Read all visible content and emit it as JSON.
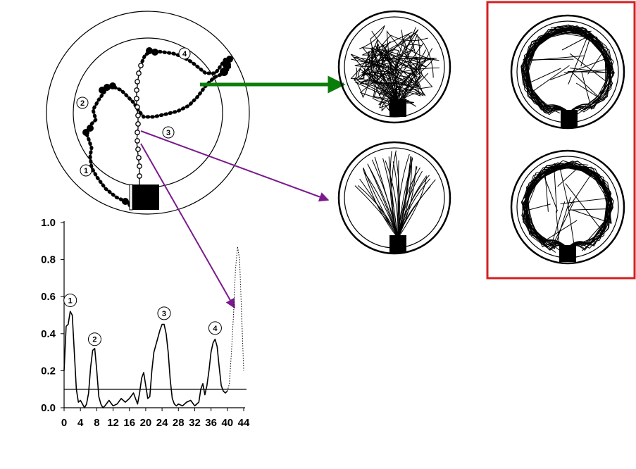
{
  "colors": {
    "green_arrow": "#0a7d0a",
    "purple_arrow": "#7a1a8c",
    "highlight_box": "#d42020",
    "ink": "#000000"
  },
  "trajectory": {
    "segment_markers": [
      "1",
      "2",
      "3",
      "4"
    ]
  },
  "chart_data": {
    "type": "line",
    "x_ticks": [
      "0",
      "4",
      "8",
      "12",
      "16",
      "20",
      "24",
      "28",
      "32",
      "36",
      "40",
      "44"
    ],
    "y_ticks": [
      "0.0",
      "0.2",
      "0.4",
      "0.6",
      "0.8",
      "1.0"
    ],
    "xlim": [
      0,
      44
    ],
    "ylim": [
      0,
      1.0
    ],
    "threshold": 0.1,
    "peak_labels": [
      {
        "label": "1",
        "x": 1.5,
        "y": 0.58
      },
      {
        "label": "2",
        "x": 7.5,
        "y": 0.37
      },
      {
        "label": "3",
        "x": 24.5,
        "y": 0.51
      },
      {
        "label": "4",
        "x": 37.0,
        "y": 0.43
      }
    ],
    "series": [
      {
        "style": "solid",
        "x": [
          0,
          0.5,
          1.0,
          1.5,
          2.0,
          2.5,
          3.0,
          3.5,
          4.0,
          4.5,
          5.0,
          5.5,
          6.0,
          6.5,
          7.0,
          7.5,
          8.0,
          8.5,
          9.0,
          9.5,
          10.0,
          11.0,
          12.0,
          13.0,
          14.0,
          15.0,
          16.0,
          17.0,
          17.5,
          18.0,
          18.5,
          19.0,
          19.5,
          20.0,
          20.5,
          21.0,
          21.5,
          22.0,
          22.5,
          23.0,
          23.5,
          24.0,
          24.5,
          25.0,
          25.5,
          26.0,
          26.5,
          27.0,
          27.5,
          28.0,
          29.0,
          30.0,
          31.0,
          32.0,
          33.0,
          33.5,
          34.0,
          34.5,
          35.0,
          35.5,
          36.0,
          36.5,
          37.0,
          37.5,
          38.0,
          38.5,
          39.0,
          39.5,
          40.0
        ],
        "y": [
          0.2,
          0.44,
          0.45,
          0.52,
          0.5,
          0.3,
          0.1,
          0.03,
          0.04,
          0.02,
          0.0,
          0.02,
          0.08,
          0.22,
          0.31,
          0.32,
          0.2,
          0.06,
          0.02,
          0.0,
          0.01,
          0.04,
          0.01,
          0.02,
          0.05,
          0.03,
          0.05,
          0.08,
          0.05,
          0.02,
          0.08,
          0.16,
          0.19,
          0.12,
          0.05,
          0.06,
          0.2,
          0.3,
          0.34,
          0.38,
          0.42,
          0.45,
          0.45,
          0.4,
          0.3,
          0.15,
          0.05,
          0.02,
          0.01,
          0.02,
          0.01,
          0.03,
          0.04,
          0.01,
          0.03,
          0.1,
          0.13,
          0.07,
          0.12,
          0.2,
          0.3,
          0.35,
          0.37,
          0.33,
          0.22,
          0.12,
          0.09,
          0.08,
          0.09
        ]
      },
      {
        "style": "dotted",
        "x": [
          40.0,
          40.5,
          41.0,
          41.5,
          42.0,
          42.5,
          43.0,
          43.5,
          44.0
        ],
        "y": [
          0.09,
          0.13,
          0.3,
          0.5,
          0.75,
          0.87,
          0.8,
          0.5,
          0.2
        ]
      }
    ]
  }
}
